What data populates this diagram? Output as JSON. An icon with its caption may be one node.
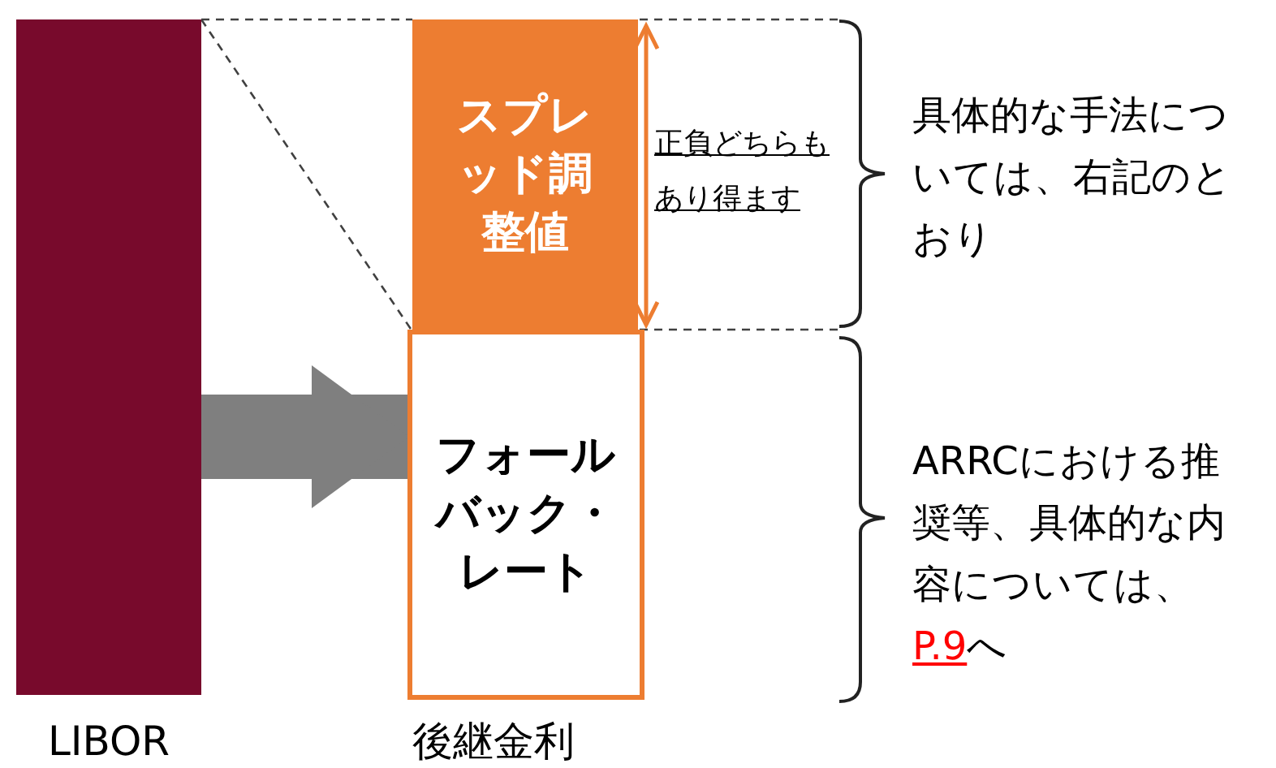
{
  "diagram": {
    "nodes": [
      {
        "text": [
          "LIBOR"
        ]
      },
      {
        "text": [
          "スプレッド調整値"
        ]
      },
      {
        "text": [
          "フォールバック・レート"
        ],
        "beside": [
          "後継金利"
        ]
      }
    ],
    "edges": [
      {
        "from": 0,
        "to": 2,
        "arrow": "to",
        "style": "thick",
        "color": "#7f7f7f"
      },
      {
        "from": 0,
        "to": 1,
        "arrow": "none",
        "style": "dashed"
      },
      {
        "from": 0,
        "to": 1,
        "arrow": "none",
        "style": "dashed"
      }
    ],
    "labels": [
      "正負どちらもあり得ます",
      "具体的な手法については、右記のとおり",
      "ARRCにおける推奨等、具体的な内容については、",
      "P.9",
      "へ"
    ]
  }
}
